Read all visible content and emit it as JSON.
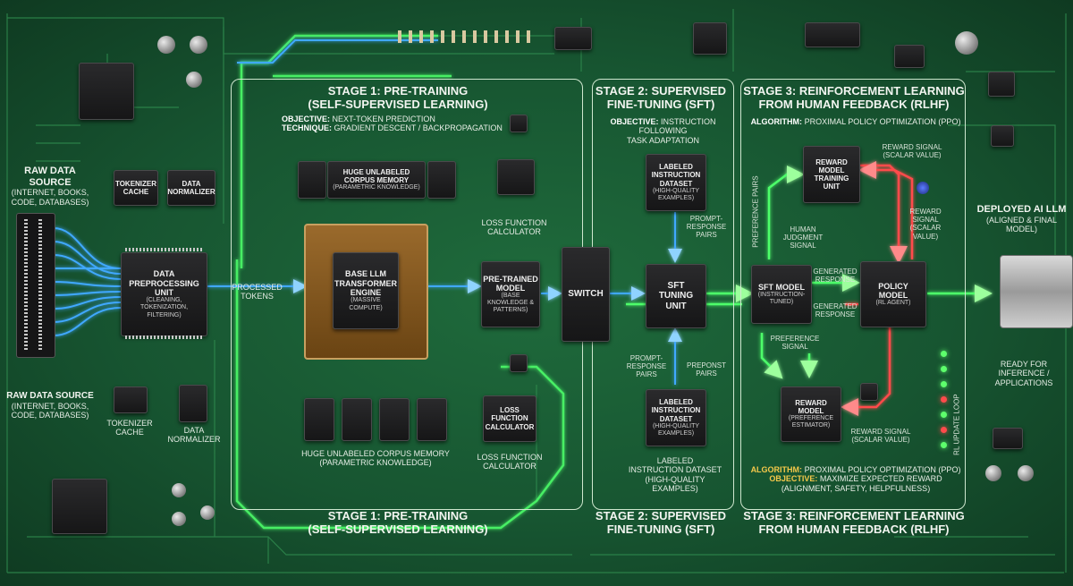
{
  "stage1": {
    "title": "Stage 1: Pre-Training",
    "subtitle": "(Self-Supervised Learning)",
    "objective_label": "Objective:",
    "objective": "Next-Token Prediction",
    "technique_label": "Technique:",
    "technique": "Gradient Descent / Backpropagation",
    "bottom_title": "Stage 1: Pre-Training",
    "bottom_subtitle": "(Self-Supervised Learning)"
  },
  "stage2": {
    "title": "Stage 2: Supervised",
    "title2": "Fine-Tuning (SFT)",
    "objective_label": "Objective:",
    "objective": "Instruction Following",
    "objective2": "Task Adaptation",
    "bottom_title": "Stage 2: Supervised",
    "bottom_title2": "Fine-Tuning (SFT)"
  },
  "stage3": {
    "title": "Stage 3: Reinforcement Learning",
    "title2": "from Human Feedback (RLHF)",
    "algorithm_label": "Algorithm:",
    "algorithm": "Proximal Policy Optimization (PPO)",
    "bottom_algorithm_label": "Algorithm:",
    "bottom_algorithm": "Proximal Policy Optimization (PPO)",
    "bottom_objective_label": "Objective:",
    "bottom_objective": "Maximize Expected Reward",
    "bottom_objective2": "(Alignment, Safety, Helpfulness)",
    "bottom_title": "Stage 3: Reinforcement Learning",
    "bottom_title2": "from Human Feedback (RLHF)"
  },
  "raw": {
    "top_title": "Raw Data",
    "top_title2": "Source",
    "top_desc": "(Internet, Books,",
    "top_desc2": "Code, Databases)",
    "bottom": "Raw Data Source",
    "bottom2": "(Internet, Books,",
    "bottom3": "Code, Databases)"
  },
  "chips": {
    "tok_cache": "Tokenizer",
    "tok_cache2": "Cache",
    "data_norm": "Data",
    "data_norm2": "Normalizer",
    "tok_cache_b": "Tokenizer",
    "tok_cache_b2": "Cache",
    "data_norm_b": "Data",
    "data_norm_b2": "Normalizer",
    "dpu": "Data",
    "dpu2": "Preprocessing",
    "dpu3": "Unit",
    "dpu_d": "(Cleaning,",
    "dpu_d2": "Tokenization,",
    "dpu_d3": "Filtering)",
    "corpus": "Huge Unlabeled",
    "corpus2": "Corpus Memory",
    "corpus_d": "(Parametric Knowledge)",
    "corpus_b": "Huge Unlabeled Corpus Memory",
    "corpus_b2": "(Parametric Knowledge)",
    "loss_top": "Loss Function",
    "loss_top2": "Calculator",
    "loss_chip": "Loss",
    "loss_chip2": "Function",
    "loss_chip3": "Calculator",
    "loss_b": "Loss Function",
    "loss_b2": "Calculator",
    "base": "Base LLM",
    "base2": "Transformer",
    "base3": "Engine",
    "base_d": "(Massive Compute)",
    "ptm": "Pre-Trained",
    "ptm2": "Model",
    "ptm_d": "(Base",
    "ptm_d2": "Knowledge &",
    "ptm_d3": "Patterns)",
    "switch": "Switch",
    "lid_top": "Labeled",
    "lid_top2": "Instruction",
    "lid_top3": "Dataset",
    "lid_top_d": "(High-Quality",
    "lid_top_d2": "Examples)",
    "sft": "SFT",
    "sft2": "Tuning",
    "sft3": "Unit",
    "lid_bot": "Labeled",
    "lid_bot2": "Instruction",
    "lid_bot3": "Dataset",
    "lid_bot_d": "(High-Quality",
    "lid_bot_d2": "Examples)",
    "lid_caption": "Labeled",
    "lid_caption2": "Instruction Dataset",
    "lid_caption3": "(High-Quality",
    "lid_caption4": "Examples)",
    "rmt": "Reward",
    "rmt2": "Model",
    "rmt3": "Training",
    "rmt4": "Unit",
    "sftm": "SFT Model",
    "sftm_d": "(Instruction-",
    "sftm_d2": "Tuned)",
    "policy": "Policy",
    "policy2": "Model",
    "policy_d": "(RL Agent)",
    "rm": "Reward",
    "rm2": "Model",
    "rm_d": "(Preference",
    "rm_d2": "Estimator)"
  },
  "labels": {
    "processed": "Processed",
    "processed2": "Tokens",
    "prompt_resp_top": "Prompt-",
    "prompt_resp_top2": "Response",
    "prompt_resp_top3": "Pairs",
    "prompt_resp_bot": "Prompt-",
    "prompt_resp_bot2": "Response",
    "prompt_resp_bot3": "Pairs",
    "preponst": "Preponst",
    "preponst2": "Pairs",
    "pref_pairs": "Preference Pairs",
    "human": "Human",
    "human2": "Judgment",
    "human3": "Signal",
    "rs_top": "Reward Signal",
    "rs_top2": "(Scalar Value)",
    "rs_mid": "Reward",
    "rs_mid2": "Signal",
    "rs_mid3": "(Scalar",
    "rs_mid4": "Value)",
    "gen1": "Generated",
    "gen1b": "Response",
    "gen2": "Generated",
    "gen2b": "Response",
    "pref_sig": "Preference",
    "pref_sig2": "Signal",
    "rs_bot": "Reward Signal",
    "rs_bot2": "(Scalar Value)",
    "rl_loop": "RL Update Loop"
  },
  "output": {
    "title": "Deployed AI LLM",
    "desc": "(Aligned & Final",
    "desc2": "Model)",
    "ready": "Ready for",
    "ready2": "Inference /",
    "ready3": "Applications"
  },
  "colors": {
    "board": "#175531",
    "blue": "#3fa8ff",
    "green": "#4dff6a",
    "red": "#ff4b4b",
    "trace": "#2f8a4e",
    "highlight": "#f4c84a"
  }
}
